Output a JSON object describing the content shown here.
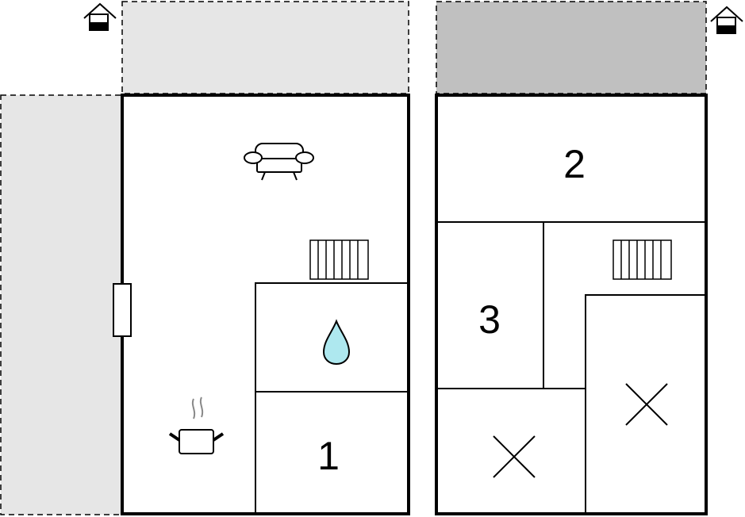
{
  "floor_left": {
    "room_labels": {
      "room_1": "1"
    },
    "icons": [
      "house-icon",
      "sofa-icon",
      "radiator-icon",
      "water-drop-icon",
      "cooking-pot-icon",
      "door-icon"
    ]
  },
  "floor_right": {
    "room_labels": {
      "room_2": "2",
      "room_3": "3"
    },
    "icons": [
      "house-icon",
      "radiator-icon",
      "cross-mark-icon",
      "cross-mark-icon"
    ]
  },
  "colors": {
    "wall": "#000000",
    "outdoor_light": "#e6e6e6",
    "outdoor_dark": "#c0c0c0",
    "water": "#aee8ef"
  }
}
